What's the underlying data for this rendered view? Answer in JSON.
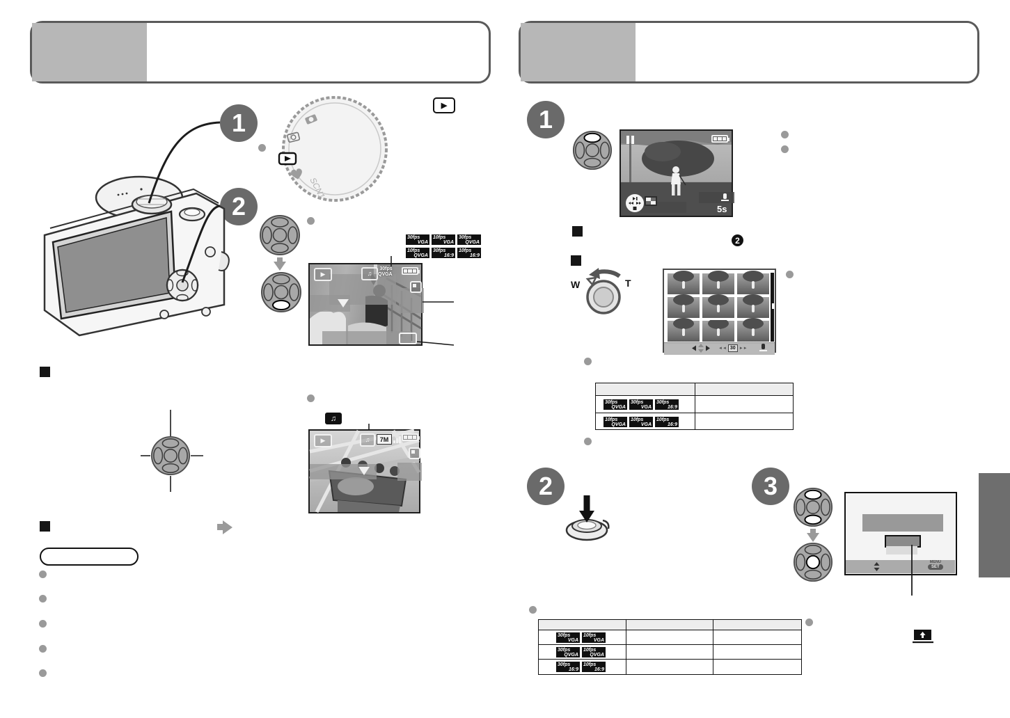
{
  "colors": {
    "title_fill": "#b7b7b7",
    "title_border": "#5a5a5a",
    "callout_fill": "#6a6a6a",
    "badge_bg": "#111111",
    "bullet": "#9a9a9a",
    "side_tab": "#6e6e6e"
  },
  "left_column": {
    "callout_1": "1",
    "callout_2": "2",
    "mode_dial": {
      "scene_label": "SCN1"
    },
    "format_badges": [
      [
        {
          "fps": "30fps",
          "res": "VGA"
        },
        {
          "fps": "10fps",
          "res": "VGA"
        },
        {
          "fps": "30fps",
          "res": "QVGA"
        }
      ],
      [
        {
          "fps": "10fps",
          "res": "QVGA"
        },
        {
          "fps": "30fps",
          "res": "16:9"
        },
        {
          "fps": "10fps",
          "res": "16:9"
        }
      ]
    ],
    "screen1": {
      "fps": "30fps",
      "res": "QVGA"
    },
    "screen2": {
      "size": "7M"
    }
  },
  "right_column": {
    "step_1": "1",
    "step_2": "2",
    "step_3": "3",
    "substep_marker": "2",
    "zoom_lever": {
      "wide": "W",
      "tele": "T"
    },
    "playback_screen": {
      "elapsed": "5s"
    },
    "thumbnail_screen": {
      "frame_number": "30"
    },
    "table_fps": [
      [
        {
          "fps": "30fps",
          "res": "QVGA"
        },
        {
          "fps": "30fps",
          "res": "VGA"
        },
        {
          "fps": "30fps",
          "res": "16:9"
        }
      ],
      [
        {
          "fps": "10fps",
          "res": "QVGA"
        },
        {
          "fps": "10fps",
          "res": "VGA"
        },
        {
          "fps": "10fps",
          "res": "16:9"
        }
      ]
    ],
    "table_modes": [
      [
        {
          "fps": "30fps",
          "res": "VGA"
        },
        {
          "fps": "10fps",
          "res": "VGA"
        }
      ],
      [
        {
          "fps": "30fps",
          "res": "QVGA"
        },
        {
          "fps": "10fps",
          "res": "QVGA"
        }
      ],
      [
        {
          "fps": "30fps",
          "res": "16:9"
        },
        {
          "fps": "10fps",
          "res": "16:9"
        }
      ]
    ],
    "menu_screen": {
      "menu_label": "MENU",
      "set_label": "SET"
    }
  }
}
